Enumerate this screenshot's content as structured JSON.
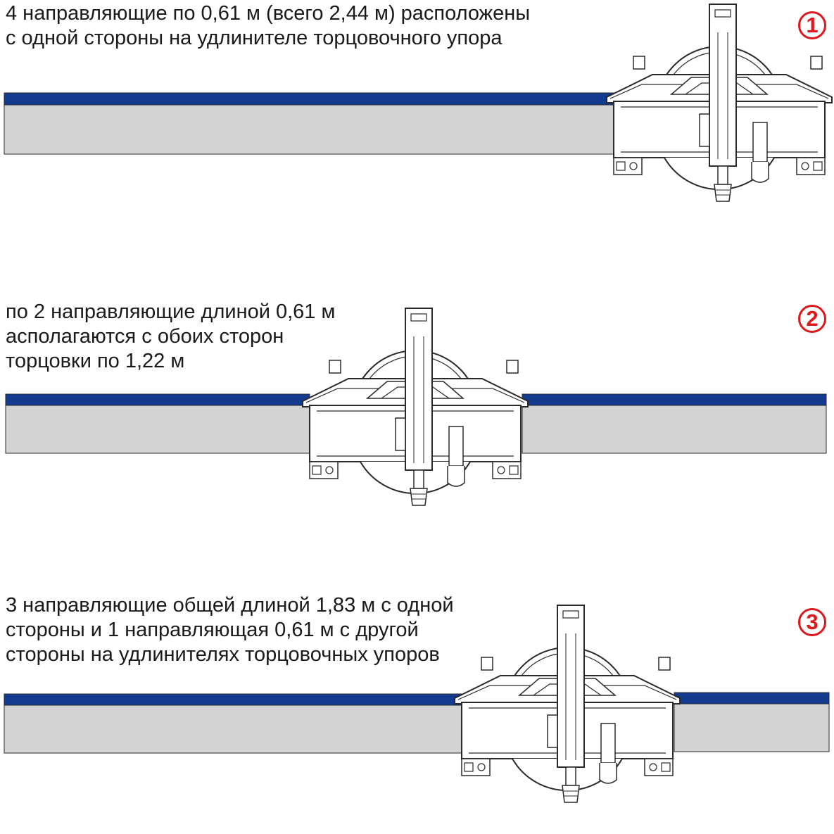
{
  "colors": {
    "rail_blue": "#123a8e",
    "rail_gray": "#d3d3d3",
    "outline": "#2a2a2a",
    "badge_red": "#e0181b"
  },
  "scenarios": [
    {
      "number": "1",
      "caption": "4 направляющие по 0,61 м (всего 2,44 м) расположены\nс одной стороны на удлинителе торцовочного упора",
      "rails": "left-only"
    },
    {
      "number": "2",
      "caption": "по 2 направляющие длиной 0,61 м\naсполагаются с обоих сторон\nторцовки по 1,22 м",
      "rails": "both-sides"
    },
    {
      "number": "3",
      "caption": "3 направляющие общей длиной 1,83 м с одной\nстороны и 1 направляющая 0,61 м с другой\nстороны на удлинителях торцовочных упоров",
      "rails": "long-left-short-right"
    }
  ]
}
